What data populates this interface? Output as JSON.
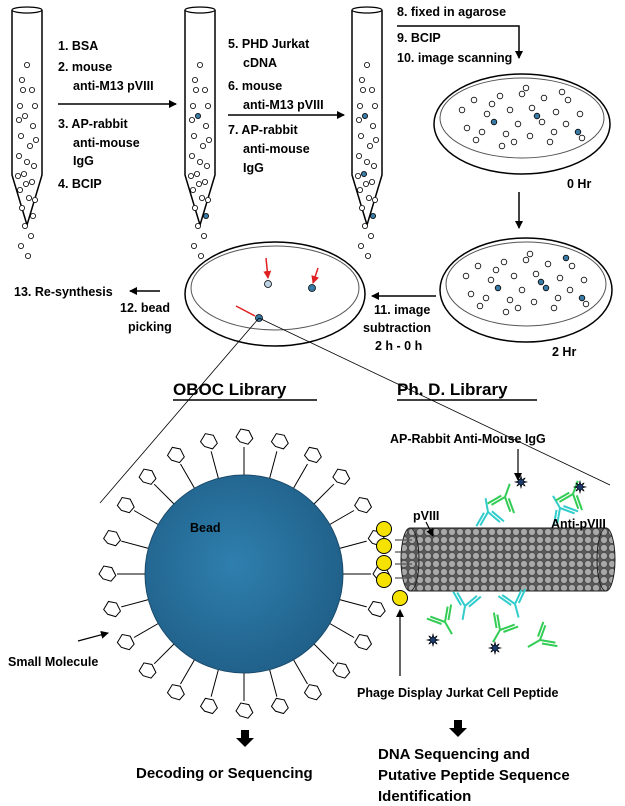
{
  "step_lines": {
    "tube1": [
      "1. BSA",
      "2. mouse",
      "anti-M13 pVIII",
      "3. AP-rabbit",
      "anti-mouse",
      "IgG",
      "4. BCIP"
    ],
    "tube2": [
      "5. PHD Jurkat",
      "cDNA",
      "6. mouse",
      "anti-M13 pVIII",
      "7. AP-rabbit",
      "anti-mouse",
      "IgG"
    ],
    "fix": [
      "8. fixed in agarose",
      "9. BCIP",
      "10. image scanning"
    ]
  },
  "dish_labels": {
    "t0": "0 Hr",
    "t2": "2 Hr"
  },
  "subtraction": [
    "11. image",
    "subtraction",
    "2 h - 0 h"
  ],
  "picking": [
    "12. bead",
    "picking"
  ],
  "resynthesis": "13. Re-synthesis",
  "library_titles": {
    "oboc": "OBOC Library",
    "phd": "Ph. D. Library"
  },
  "bead_label": "Bead",
  "small_molecule": "Small Molecule",
  "decoding": "Decoding or Sequencing",
  "phage": {
    "antibody_label": "AP-Rabbit Anti-Mouse IgG",
    "pviii": "pVIII",
    "anti_pviii": "Anti-pVIII",
    "display_label": "Phage Display Jurkat  Cell Peptide"
  },
  "dna_lines": [
    "DNA Sequencing and",
    "Putative Peptide Sequence",
    "Identification"
  ],
  "colors": {
    "bead": "#2a6f9b",
    "bead_highlight": "#2f7fae",
    "peptide": "#f5e200",
    "antibody_green": "#33cc55",
    "antibody_cyan": "#33cccc",
    "ap_star": "#1a3a6a",
    "blue_bead": "#3a7ba6",
    "pick_arrow": "#e02020"
  }
}
